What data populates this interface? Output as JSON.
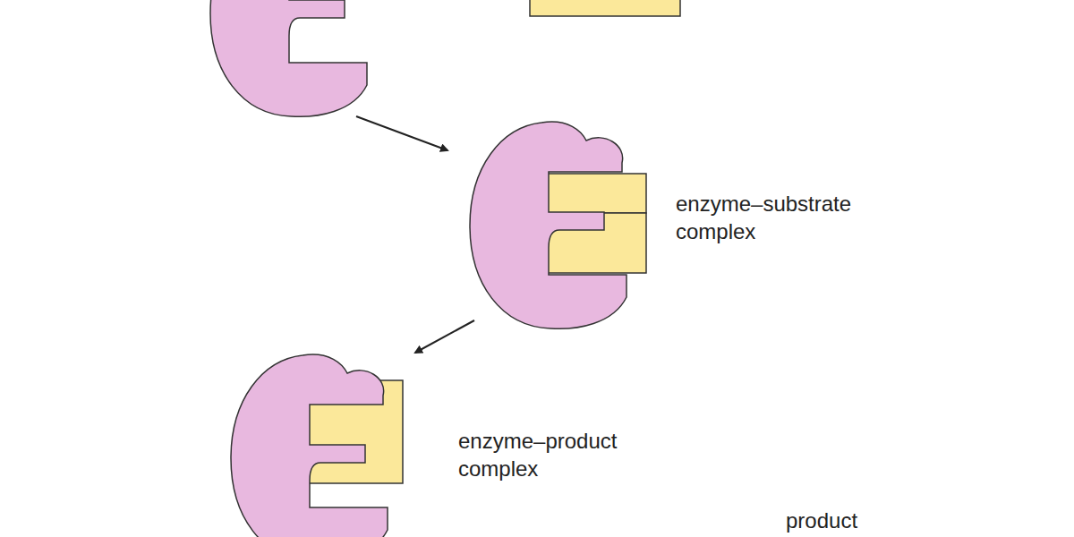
{
  "diagram": {
    "labels": [
      "enzyme–substrate complex",
      "enzyme–product complex",
      "product"
    ]
  }
}
